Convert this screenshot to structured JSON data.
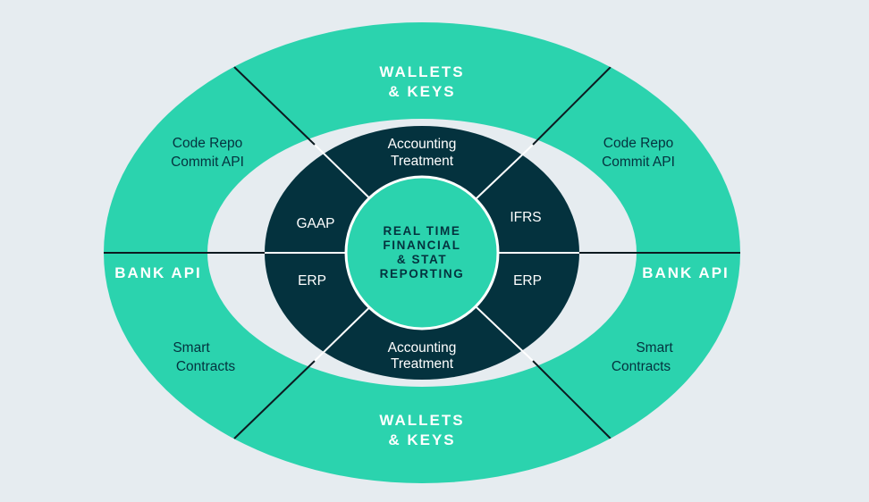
{
  "colors": {
    "background": "#e6ecf0",
    "outer_ring": "#2bd3ae",
    "inner_ring": "#04323e",
    "center": "#2bd3ae",
    "line_dark": "#0c1a20",
    "line_light": "#ffffff",
    "text_dark": "#04323e",
    "text_light": "#ffffff"
  },
  "outer": {
    "top": [
      "WALLETS",
      "& KEYS"
    ],
    "bottom": [
      "WALLETS",
      "& KEYS"
    ],
    "left_mid": "BANK API",
    "right_mid": "BANK API",
    "upper_left": [
      "Code Repo",
      "Commit API"
    ],
    "upper_right": [
      "Code Repo",
      "Commit API"
    ],
    "lower_left": [
      "Smart",
      "Contracts"
    ],
    "lower_right": [
      "Smart",
      "Contracts"
    ]
  },
  "inner": {
    "top": [
      "Accounting",
      "Treatment"
    ],
    "bottom": [
      "Accounting",
      "Treatment"
    ],
    "upper_left": "GAAP",
    "upper_right": "IFRS",
    "lower_left": "ERP",
    "lower_right": "ERP"
  },
  "center": {
    "lines": [
      "REAL TIME",
      "FINANCIAL",
      "& STAT",
      "REPORTING"
    ]
  }
}
